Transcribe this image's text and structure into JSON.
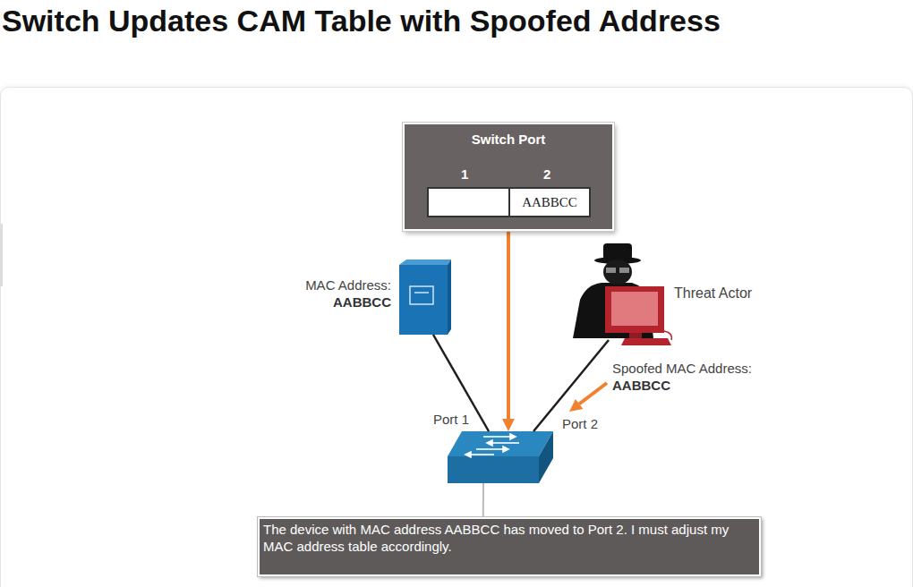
{
  "diagram": {
    "title": "Switch Updates CAM Table with Spoofed Address",
    "nodes": [
      {
        "text": [
          "Switch Port"
        ]
      },
      {
        "text": [
          "AABBCC"
        ],
        "in": 0
      },
      {
        "text": [
          "MAC Address:",
          "AABBCC"
        ]
      },
      {
        "text": [
          "Threat Actor"
        ]
      },
      {
        "text": [
          "Port 1",
          "Port 2"
        ]
      },
      {
        "text": [
          "The device with MAC address AABBCC has moved to Port 2. I must adjust my MAC address table accordingly."
        ]
      }
    ],
    "edges": [
      {
        "from": 2,
        "to": 4,
        "arrow": "none"
      },
      {
        "from": 3,
        "to": 4,
        "arrow": "none"
      },
      {
        "from": 0,
        "to": 4,
        "arrow": "to"
      },
      {
        "from": 4,
        "to": 5,
        "arrow": "none"
      }
    ],
    "labels": [
      "1",
      "2",
      "Spoofed MAC Address:",
      "AABBCC"
    ]
  }
}
